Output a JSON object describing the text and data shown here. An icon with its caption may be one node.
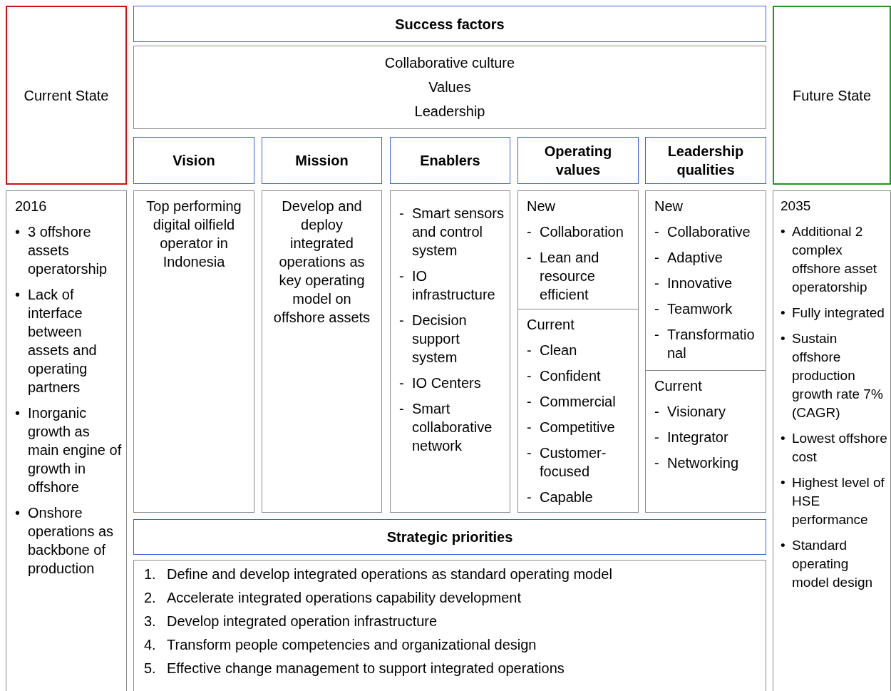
{
  "diagram": {
    "nodes": [
      {
        "text": [
          "Current State"
        ]
      },
      {
        "text": [
          "Success factors"
        ]
      },
      {
        "text": [
          "Collaborative culture",
          "Values",
          "Leadership"
        ]
      },
      {
        "text": [
          "Future State"
        ]
      },
      {
        "text": [
          "Vision"
        ]
      },
      {
        "text": [
          "Mission"
        ]
      },
      {
        "text": [
          "Enablers"
        ]
      },
      {
        "text": [
          "Operating values"
        ]
      },
      {
        "text": [
          "Leadership qualities"
        ]
      },
      {
        "text": [
          "2016",
          "• 3 offshore assets operatorship",
          "• Lack of interface between assets and operating partners",
          "• Inorganic growth as main engine of growth in offshore",
          "• Onshore operations as backbone of production"
        ]
      },
      {
        "text": [
          "Top performing digital oilfield operator in Indonesia"
        ]
      },
      {
        "text": [
          "Develop and deploy integrated operations as key operating model on offshore assets"
        ]
      },
      {
        "text": [
          "- Smart sensors and control system",
          "- IO infrastructure",
          "- Decision support system",
          "- IO Centers",
          "- Smart collaborative network"
        ]
      },
      {
        "text": [
          "New",
          "- Collaboration",
          "- Lean and resource efficient"
        ]
      },
      {
        "text": [
          "Current",
          "- Clean",
          "- Confident",
          "- Commercial",
          "- Competitive",
          "- Customer-focused",
          "- Capable"
        ]
      },
      {
        "text": [
          "New",
          "- Collaborative",
          "- Adaptive",
          "- Innovative",
          "- Teamwork",
          "- Transformational"
        ]
      },
      {
        "text": [
          "Current",
          "- Visionary",
          "- Integrator",
          "- Networking"
        ]
      },
      {
        "text": [
          "2035",
          "• Additional 2 complex offshore asset operatorship",
          "• Fully integrated",
          "• Sustain offshore production growth rate 7% (CAGR)",
          "• Lowest offshore cost",
          "• Highest level of HSE performance",
          "• Standard operating model design"
        ]
      },
      {
        "text": [
          "Strategic priorities"
        ]
      },
      {
        "text": [
          "1. Define and develop integrated operations as standard operating model",
          "2. Accelerate integrated operations capability development",
          "3. Develop integrated operation infrastructure",
          "4. Transform people competencies and organizational design",
          "5. Effective change management to support integrated operations"
        ]
      }
    ],
    "edges": []
  }
}
